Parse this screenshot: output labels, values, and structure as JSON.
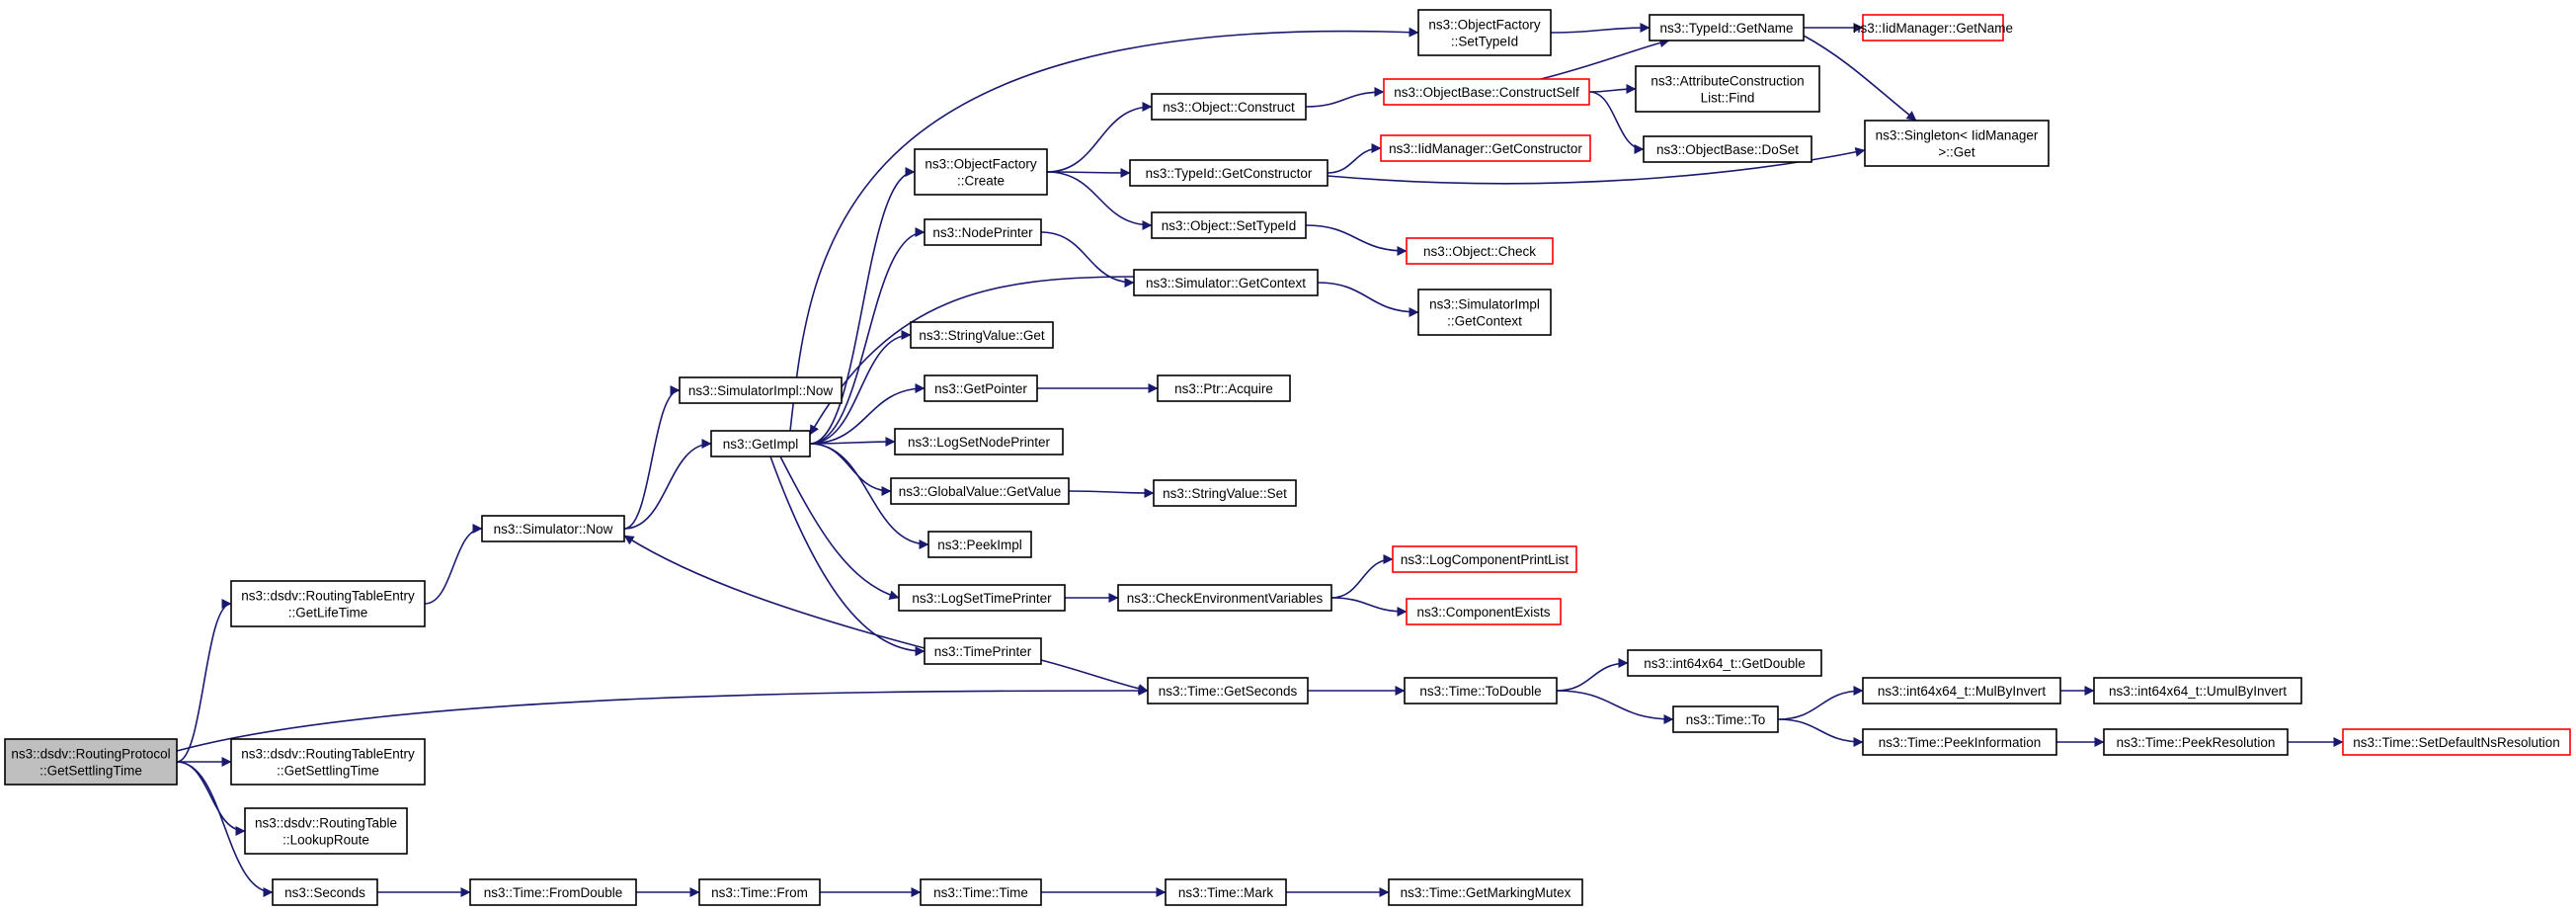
{
  "colors": {
    "edge": "#191970",
    "highlight_border": "#ff0000",
    "root_fill": "#bfbfbf"
  },
  "nodes": [
    {
      "id": "root",
      "lines": [
        "ns3::dsdv::RoutingProtocol",
        "::GetSettlingTime"
      ],
      "style": "root"
    },
    {
      "id": "rte_getlifetime",
      "lines": [
        "ns3::dsdv::RoutingTableEntry",
        "::GetLifeTime"
      ]
    },
    {
      "id": "rte_getsettlingtime",
      "lines": [
        "ns3::dsdv::RoutingTableEntry",
        "::GetSettlingTime"
      ]
    },
    {
      "id": "rt_lookuproute",
      "lines": [
        "ns3::dsdv::RoutingTable",
        "::LookupRoute"
      ]
    },
    {
      "id": "seconds",
      "lines": [
        "ns3::Seconds"
      ]
    },
    {
      "id": "sim_now",
      "lines": [
        "ns3::Simulator::Now"
      ]
    },
    {
      "id": "simimpl_now",
      "lines": [
        "ns3::SimulatorImpl::Now"
      ]
    },
    {
      "id": "getimpl",
      "lines": [
        "ns3::GetImpl"
      ]
    },
    {
      "id": "of_create",
      "lines": [
        "ns3::ObjectFactory",
        "::Create"
      ]
    },
    {
      "id": "nodeprinter",
      "lines": [
        "ns3::NodePrinter"
      ]
    },
    {
      "id": "stringvalue_get",
      "lines": [
        "ns3::StringValue::Get"
      ]
    },
    {
      "id": "getpointer",
      "lines": [
        "ns3::GetPointer"
      ]
    },
    {
      "id": "logsetnodeprinter",
      "lines": [
        "ns3::LogSetNodePrinter"
      ]
    },
    {
      "id": "globalvalue_getvalue",
      "lines": [
        "ns3::GlobalValue::GetValue"
      ]
    },
    {
      "id": "peekimpl",
      "lines": [
        "ns3::PeekImpl"
      ]
    },
    {
      "id": "logsettimeprinter",
      "lines": [
        "ns3::LogSetTimePrinter"
      ]
    },
    {
      "id": "timeprinter",
      "lines": [
        "ns3::TimePrinter"
      ]
    },
    {
      "id": "time_getseconds",
      "lines": [
        "ns3::Time::GetSeconds"
      ]
    },
    {
      "id": "time_fromdouble",
      "lines": [
        "ns3::Time::FromDouble"
      ]
    },
    {
      "id": "time_from",
      "lines": [
        "ns3::Time::From"
      ]
    },
    {
      "id": "time_time",
      "lines": [
        "ns3::Time::Time"
      ]
    },
    {
      "id": "time_mark",
      "lines": [
        "ns3::Time::Mark"
      ]
    },
    {
      "id": "time_getmarkingmutex",
      "lines": [
        "ns3::Time::GetMarkingMutex"
      ]
    },
    {
      "id": "of_settypeid",
      "lines": [
        "ns3::ObjectFactory",
        "::SetTypeId"
      ]
    },
    {
      "id": "object_construct",
      "lines": [
        "ns3::Object::Construct"
      ]
    },
    {
      "id": "typeid_getconstructor",
      "lines": [
        "ns3::TypeId::GetConstructor"
      ]
    },
    {
      "id": "object_settypeid",
      "lines": [
        "ns3::Object::SetTypeId"
      ]
    },
    {
      "id": "sim_getcontext",
      "lines": [
        "ns3::Simulator::GetContext"
      ]
    },
    {
      "id": "ptr_acquire",
      "lines": [
        "ns3::Ptr::Acquire"
      ]
    },
    {
      "id": "stringvalue_set",
      "lines": [
        "ns3::StringValue::Set"
      ]
    },
    {
      "id": "checkenv",
      "lines": [
        "ns3::CheckEnvironmentVariables"
      ]
    },
    {
      "id": "time_todouble",
      "lines": [
        "ns3::Time::ToDouble"
      ]
    },
    {
      "id": "typeid_getname",
      "lines": [
        "ns3::TypeId::GetName"
      ]
    },
    {
      "id": "objectbase_constructself",
      "lines": [
        "ns3::ObjectBase::ConstructSelf"
      ],
      "style": "red"
    },
    {
      "id": "iidmanager_getconstructor",
      "lines": [
        "ns3::IidManager::GetConstructor"
      ],
      "style": "red"
    },
    {
      "id": "object_check",
      "lines": [
        "ns3::Object::Check"
      ],
      "style": "red"
    },
    {
      "id": "simimpl_getcontext",
      "lines": [
        "ns3::SimulatorImpl",
        "::GetContext"
      ]
    },
    {
      "id": "logcomponentprintlist",
      "lines": [
        "ns3::LogComponentPrintList"
      ],
      "style": "red"
    },
    {
      "id": "componentexists",
      "lines": [
        "ns3::ComponentExists"
      ],
      "style": "red"
    },
    {
      "id": "int64_getdouble",
      "lines": [
        "ns3::int64x64_t::GetDouble"
      ]
    },
    {
      "id": "time_to",
      "lines": [
        "ns3::Time::To"
      ]
    },
    {
      "id": "iidmanager_getname",
      "lines": [
        "ns3::IidManager::GetName"
      ],
      "style": "red"
    },
    {
      "id": "attrconstructionlist_find",
      "lines": [
        "ns3::AttributeConstruction",
        "List::Find"
      ]
    },
    {
      "id": "objectbase_doset",
      "lines": [
        "ns3::ObjectBase::DoSet"
      ]
    },
    {
      "id": "singleton_get",
      "lines": [
        "ns3::Singleton< IidManager",
        " >::Get"
      ]
    },
    {
      "id": "int64_mulbyinvert",
      "lines": [
        "ns3::int64x64_t::MulByInvert"
      ]
    },
    {
      "id": "int64_umulbyinvert",
      "lines": [
        "ns3::int64x64_t::UmulByInvert"
      ]
    },
    {
      "id": "time_peekinformation",
      "lines": [
        "ns3::Time::PeekInformation"
      ]
    },
    {
      "id": "time_peekresolution",
      "lines": [
        "ns3::Time::PeekResolution"
      ]
    },
    {
      "id": "time_setdefaultnsresolution",
      "lines": [
        "ns3::Time::SetDefaultNsResolution"
      ],
      "style": "red"
    }
  ],
  "edges": [
    [
      "root",
      "rte_getlifetime"
    ],
    [
      "root",
      "rte_getsettlingtime"
    ],
    [
      "root",
      "rt_lookuproute"
    ],
    [
      "root",
      "seconds"
    ],
    [
      "root",
      "time_getseconds"
    ],
    [
      "rte_getlifetime",
      "sim_now"
    ],
    [
      "sim_now",
      "simimpl_now"
    ],
    [
      "sim_now",
      "getimpl"
    ],
    [
      "getimpl",
      "of_create"
    ],
    [
      "getimpl",
      "nodeprinter"
    ],
    [
      "getimpl",
      "stringvalue_get"
    ],
    [
      "getimpl",
      "getpointer"
    ],
    [
      "getimpl",
      "logsetnodeprinter"
    ],
    [
      "getimpl",
      "globalvalue_getvalue"
    ],
    [
      "getimpl",
      "peekimpl"
    ],
    [
      "getimpl",
      "logsettimeprinter"
    ],
    [
      "getimpl",
      "timeprinter"
    ],
    [
      "getimpl",
      "of_settypeid"
    ],
    [
      "timeprinter",
      "sim_now"
    ],
    [
      "timeprinter",
      "time_getseconds"
    ],
    [
      "of_create",
      "object_construct"
    ],
    [
      "of_create",
      "typeid_getconstructor"
    ],
    [
      "of_create",
      "object_settypeid"
    ],
    [
      "nodeprinter",
      "sim_getcontext"
    ],
    [
      "sim_getcontext",
      "getimpl"
    ],
    [
      "sim_getcontext",
      "simimpl_getcontext"
    ],
    [
      "getpointer",
      "ptr_acquire"
    ],
    [
      "globalvalue_getvalue",
      "stringvalue_set"
    ],
    [
      "logsettimeprinter",
      "checkenv"
    ],
    [
      "checkenv",
      "logcomponentprintlist"
    ],
    [
      "checkenv",
      "componentexists"
    ],
    [
      "of_settypeid",
      "typeid_getname"
    ],
    [
      "object_construct",
      "objectbase_constructself"
    ],
    [
      "typeid_getconstructor",
      "iidmanager_getconstructor"
    ],
    [
      "typeid_getconstructor",
      "singleton_get"
    ],
    [
      "object_settypeid",
      "object_check"
    ],
    [
      "objectbase_constructself",
      "typeid_getname"
    ],
    [
      "objectbase_constructself",
      "attrconstructionlist_find"
    ],
    [
      "objectbase_constructself",
      "objectbase_doset"
    ],
    [
      "typeid_getname",
      "iidmanager_getname"
    ],
    [
      "typeid_getname",
      "singleton_get"
    ],
    [
      "time_getseconds",
      "time_todouble"
    ],
    [
      "time_todouble",
      "int64_getdouble"
    ],
    [
      "time_todouble",
      "time_to"
    ],
    [
      "time_to",
      "int64_mulbyinvert"
    ],
    [
      "time_to",
      "time_peekinformation"
    ],
    [
      "int64_mulbyinvert",
      "int64_umulbyinvert"
    ],
    [
      "time_peekinformation",
      "time_peekresolution"
    ],
    [
      "time_peekresolution",
      "time_setdefaultnsresolution"
    ],
    [
      "seconds",
      "time_fromdouble"
    ],
    [
      "time_fromdouble",
      "time_from"
    ],
    [
      "time_from",
      "time_time"
    ],
    [
      "time_time",
      "time_mark"
    ],
    [
      "time_mark",
      "time_getmarkingmutex"
    ]
  ]
}
